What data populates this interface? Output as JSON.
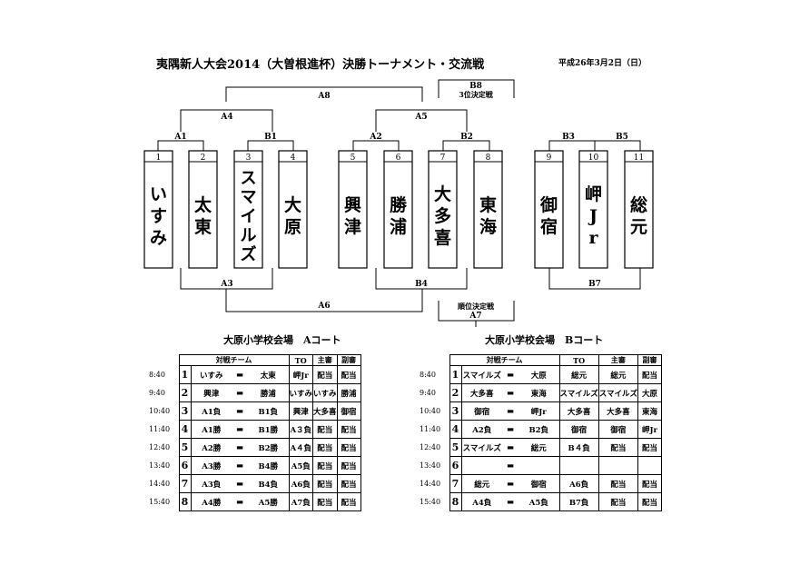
{
  "header": {
    "title": "夷隅新人大会2014（大曽根進杯）決勝トーナメント・交流戦",
    "date": "平成26年3月2日（日）"
  },
  "bracket": {
    "teams": [
      {
        "no": "1",
        "name": "いすみ"
      },
      {
        "no": "2",
        "name": "太東"
      },
      {
        "no": "3",
        "name": "スマイルズ"
      },
      {
        "no": "4",
        "name": "大原"
      },
      {
        "no": "5",
        "name": "興津"
      },
      {
        "no": "6",
        "name": "勝浦"
      },
      {
        "no": "7",
        "name": "大多喜"
      },
      {
        "no": "8",
        "name": "東海"
      },
      {
        "no": "9",
        "name": "御宿"
      },
      {
        "no": "10",
        "name": "岬Jr"
      },
      {
        "no": "11",
        "name": "総元"
      }
    ],
    "labels": {
      "A1": "A1",
      "B1": "B1",
      "A2": "A2",
      "B2": "B2",
      "B3": "B3",
      "B5": "B5",
      "A4": "A4",
      "A5": "A5",
      "A8": "A8",
      "B8": "B8",
      "third": "3位決定戦",
      "A3": "A3",
      "B4": "B4",
      "B7": "B7",
      "A6": "A6",
      "order": "順位決定戦",
      "A7": "A7"
    }
  },
  "courtA": {
    "title": "大原小学校会場　Aコート",
    "header": {
      "match": "対戦チーム",
      "to": "TO",
      "main": "主審",
      "sub": "副審"
    },
    "rows": [
      {
        "time": "8:40",
        "no": "1",
        "t1": "いすみ",
        "dash": "▬",
        "t2": "太東",
        "to": "岬Jr",
        "main": "配当",
        "sub": "配当"
      },
      {
        "time": "9:40",
        "no": "2",
        "t1": "興津",
        "dash": "▬",
        "t2": "勝浦",
        "to": "いすみ",
        "main": "いすみ",
        "sub": "勝浦"
      },
      {
        "time": "10:40",
        "no": "3",
        "t1": "A1負",
        "dash": "▬",
        "t2": "B1負",
        "to": "興津",
        "main": "大多喜",
        "sub": "御宿"
      },
      {
        "time": "11:40",
        "no": "4",
        "t1": "A1勝",
        "dash": "▬",
        "t2": "B1勝",
        "to": "A３負",
        "main": "配当",
        "sub": "配当"
      },
      {
        "time": "12:40",
        "no": "5",
        "t1": "A2勝",
        "dash": "▬",
        "t2": "B2勝",
        "to": "A４負",
        "main": "配当",
        "sub": "配当"
      },
      {
        "time": "13:40",
        "no": "6",
        "t1": "A3勝",
        "dash": "▬",
        "t2": "B4勝",
        "to": "A5負",
        "main": "配当",
        "sub": "配当"
      },
      {
        "time": "14:40",
        "no": "7",
        "t1": "A3負",
        "dash": "▬",
        "t2": "B4負",
        "to": "A6負",
        "main": "配当",
        "sub": "配当"
      },
      {
        "time": "15:40",
        "no": "8",
        "t1": "A4勝",
        "dash": "▬",
        "t2": "A5勝",
        "to": "A7負",
        "main": "配当",
        "sub": "配当"
      }
    ]
  },
  "courtB": {
    "title": "大原小学校会場　Bコート",
    "header": {
      "match": "対戦チーム",
      "to": "TO",
      "main": "主審",
      "sub": "副審"
    },
    "rows": [
      {
        "time": "8:40",
        "no": "1",
        "t1": "スマイルズ",
        "dash": "▬",
        "t2": "大原",
        "to": "総元",
        "main": "総元",
        "sub": "配当"
      },
      {
        "time": "9:40",
        "no": "2",
        "t1": "大多喜",
        "dash": "▬",
        "t2": "東海",
        "to": "スマイルズ",
        "main": "スマイルズ",
        "sub": "大原"
      },
      {
        "time": "10:40",
        "no": "3",
        "t1": "御宿",
        "dash": "▬",
        "t2": "岬Jr",
        "to": "大多喜",
        "main": "大多喜",
        "sub": "東海"
      },
      {
        "time": "11:40",
        "no": "4",
        "t1": "A2負",
        "dash": "▬",
        "t2": "B2負",
        "to": "御宿",
        "main": "御宿",
        "sub": "岬Jr"
      },
      {
        "time": "12:40",
        "no": "5",
        "t1": "スマイルズ",
        "dash": "▬",
        "t2": "総元",
        "to": "B４負",
        "main": "配当",
        "sub": "配当"
      },
      {
        "time": "13:40",
        "no": "6",
        "t1": "",
        "dash": "▬",
        "t2": "",
        "to": "",
        "main": "",
        "sub": ""
      },
      {
        "time": "14:40",
        "no": "7",
        "t1": "総元",
        "dash": "▬",
        "t2": "御宿",
        "to": "A6負",
        "main": "配当",
        "sub": "配当"
      },
      {
        "time": "15:40",
        "no": "8",
        "t1": "A4負",
        "dash": "▬",
        "t2": "A5負",
        "to": "B7負",
        "main": "配当",
        "sub": "配当"
      }
    ]
  }
}
